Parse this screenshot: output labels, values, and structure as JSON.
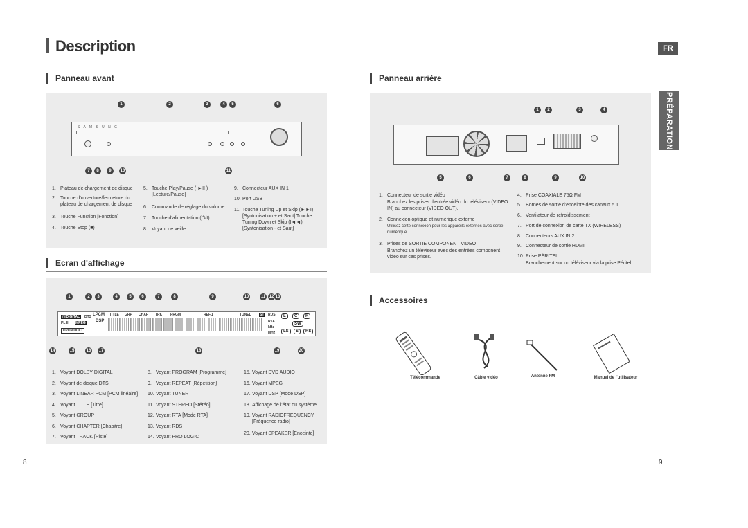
{
  "header": {
    "title": "Description",
    "lang": "FR",
    "side_tab": "PRÉPARATION"
  },
  "pages": {
    "left": "8",
    "right": "9"
  },
  "panneau_avant": {
    "title": "Panneau avant",
    "callouts_top": [
      "1",
      "2",
      "3",
      "4",
      "5",
      "6"
    ],
    "callouts_bottom": [
      "7",
      "8",
      "9",
      "10",
      "11"
    ],
    "items_col1": [
      {
        "n": "1.",
        "t": "Plateau de chargement de disque"
      },
      {
        "n": "2.",
        "t": "Touche d'ouverture/fermeture du plateau de chargement de disque"
      },
      {
        "n": "3.",
        "t": "Touche Function [Fonction]"
      },
      {
        "n": "4.",
        "t": "Touche Stop (■)"
      }
    ],
    "items_col2": [
      {
        "n": "5.",
        "t": "Touche Play/Pause ( ►II ) [Lecture/Pause]"
      },
      {
        "n": "6.",
        "t": "Commande de réglage du volume"
      },
      {
        "n": "7.",
        "t": "Touche d'alimentation (⏻/I)"
      },
      {
        "n": "8.",
        "t": "Voyant de veille"
      }
    ],
    "items_col3": [
      {
        "n": "9.",
        "t": "Connecteur AUX IN 1"
      },
      {
        "n": "10.",
        "t": "Port USB"
      },
      {
        "n": "11.",
        "t": "Touche Tuning Up et Skip (►►I) [Syntonisation + et Saut] Touche Tuning Down et Skip (I◄◄) [Syntonisation - et Saut]"
      }
    ]
  },
  "ecran": {
    "title": "Ecran d'affichage",
    "callouts_top": [
      "1",
      "2",
      "3",
      "4",
      "5",
      "6",
      "7",
      "8",
      "9",
      "10",
      "11",
      "12",
      "13"
    ],
    "callouts_bottom": [
      "14",
      "15",
      "16",
      "17",
      "18",
      "19",
      "20"
    ],
    "labels": {
      "lpcm": "LPCM",
      "dsp": "DSP",
      "dts": "DTS",
      "plii": "PL II",
      "mpeg": "MPEG",
      "dvdaudio": "DVD AUDIO",
      "title": "TITLE",
      "grp": "GRP",
      "chap": "CHAP",
      "trk": "TRK",
      "prgm": "PRGM",
      "ref": "REF.1",
      "tuned": "TUNED",
      "st": "ST",
      "rds": "RDS",
      "rta": "RTA",
      "khz": "kHz",
      "mhz": "MHz",
      "l": "L",
      "c": "C",
      "r": "R",
      "sw": "SW",
      "ls": "LS",
      "s": "S",
      "rs": "RS"
    },
    "items_col1": [
      {
        "n": "1.",
        "t": "Voyant DOLBY DIGITAL"
      },
      {
        "n": "2.",
        "t": "Voyant de disque DTS"
      },
      {
        "n": "3.",
        "t": "Voyant LINEAR PCM [PCM linéaire]"
      },
      {
        "n": "4.",
        "t": "Voyant TITLE [Titre]"
      },
      {
        "n": "5.",
        "t": "Voyant GROUP"
      },
      {
        "n": "6.",
        "t": "Voyant CHAPTER [Chapitre]"
      },
      {
        "n": "7.",
        "t": "Voyant TRACK [Piste]"
      }
    ],
    "items_col2": [
      {
        "n": "8.",
        "t": "Voyant PROGRAM [Programme]"
      },
      {
        "n": "9.",
        "t": "Voyant REPEAT [Répétition]"
      },
      {
        "n": "10.",
        "t": "Voyant TUNER"
      },
      {
        "n": "11.",
        "t": "Voyant STEREO [Stéréo]"
      },
      {
        "n": "12.",
        "t": "Voyant RTA [Mode RTA]"
      },
      {
        "n": "13.",
        "t": "Voyant RDS"
      },
      {
        "n": "14.",
        "t": "Voyant PRO LOGIC"
      }
    ],
    "items_col3": [
      {
        "n": "15.",
        "t": "Voyant DVD AUDIO"
      },
      {
        "n": "16.",
        "t": "Voyant MPEG"
      },
      {
        "n": "17.",
        "t": "Voyant DSP [Mode DSP]"
      },
      {
        "n": "18.",
        "t": "Affichage de l'état du système"
      },
      {
        "n": "19.",
        "t": "Voyant RADIOFREQUENCY [Fréquence radio]"
      },
      {
        "n": "20.",
        "t": "Voyant SPEAKER [Enceinte]"
      }
    ]
  },
  "panneau_arriere": {
    "title": "Panneau arrière",
    "callouts_top": [
      "1",
      "2",
      "3",
      "4"
    ],
    "callouts_bottom": [
      "5",
      "6",
      "7",
      "8",
      "9",
      "10"
    ],
    "items_col1": [
      {
        "n": "1.",
        "t": "Connecteur de sortie vidéo",
        "sub": "Branchez les prises d'entrée vidéo du téléviseur (VIDEO IN) au connecteur (VIDEO OUT)."
      },
      {
        "n": "2.",
        "t": "Connexion optique et numérique externe",
        "sub": "Utilisez cette connexion pour les appareils externes avec sortie numérique."
      },
      {
        "n": "3.",
        "t": "Prises de SORTIE COMPONENT VIDEO",
        "sub": "Branchez un téléviseur avec des entrées component vidéo sur ces prises."
      }
    ],
    "items_col2": [
      {
        "n": "4.",
        "t": "Prise COAXIALE 75Ω FM"
      },
      {
        "n": "5.",
        "t": "Bornes de sortie d'enceinte des canaux 5.1"
      },
      {
        "n": "6.",
        "t": "Ventilateur de refroidissement"
      },
      {
        "n": "7.",
        "t": "Port de connexion de carte TX (WIRELESS)"
      },
      {
        "n": "8.",
        "t": "Connecteurs AUX IN 2"
      },
      {
        "n": "9.",
        "t": "Connecteur de sortie HDMI"
      },
      {
        "n": "10.",
        "t": "Prise PÉRITEL",
        "sub": "Branchement sur un téléviseur via la prise Péritel"
      }
    ]
  },
  "accessoires": {
    "title": "Accessoires",
    "items": [
      "Télécommande",
      "Câble vidéo",
      "Antenne FM",
      "Manuel de l'utilisateur"
    ]
  }
}
